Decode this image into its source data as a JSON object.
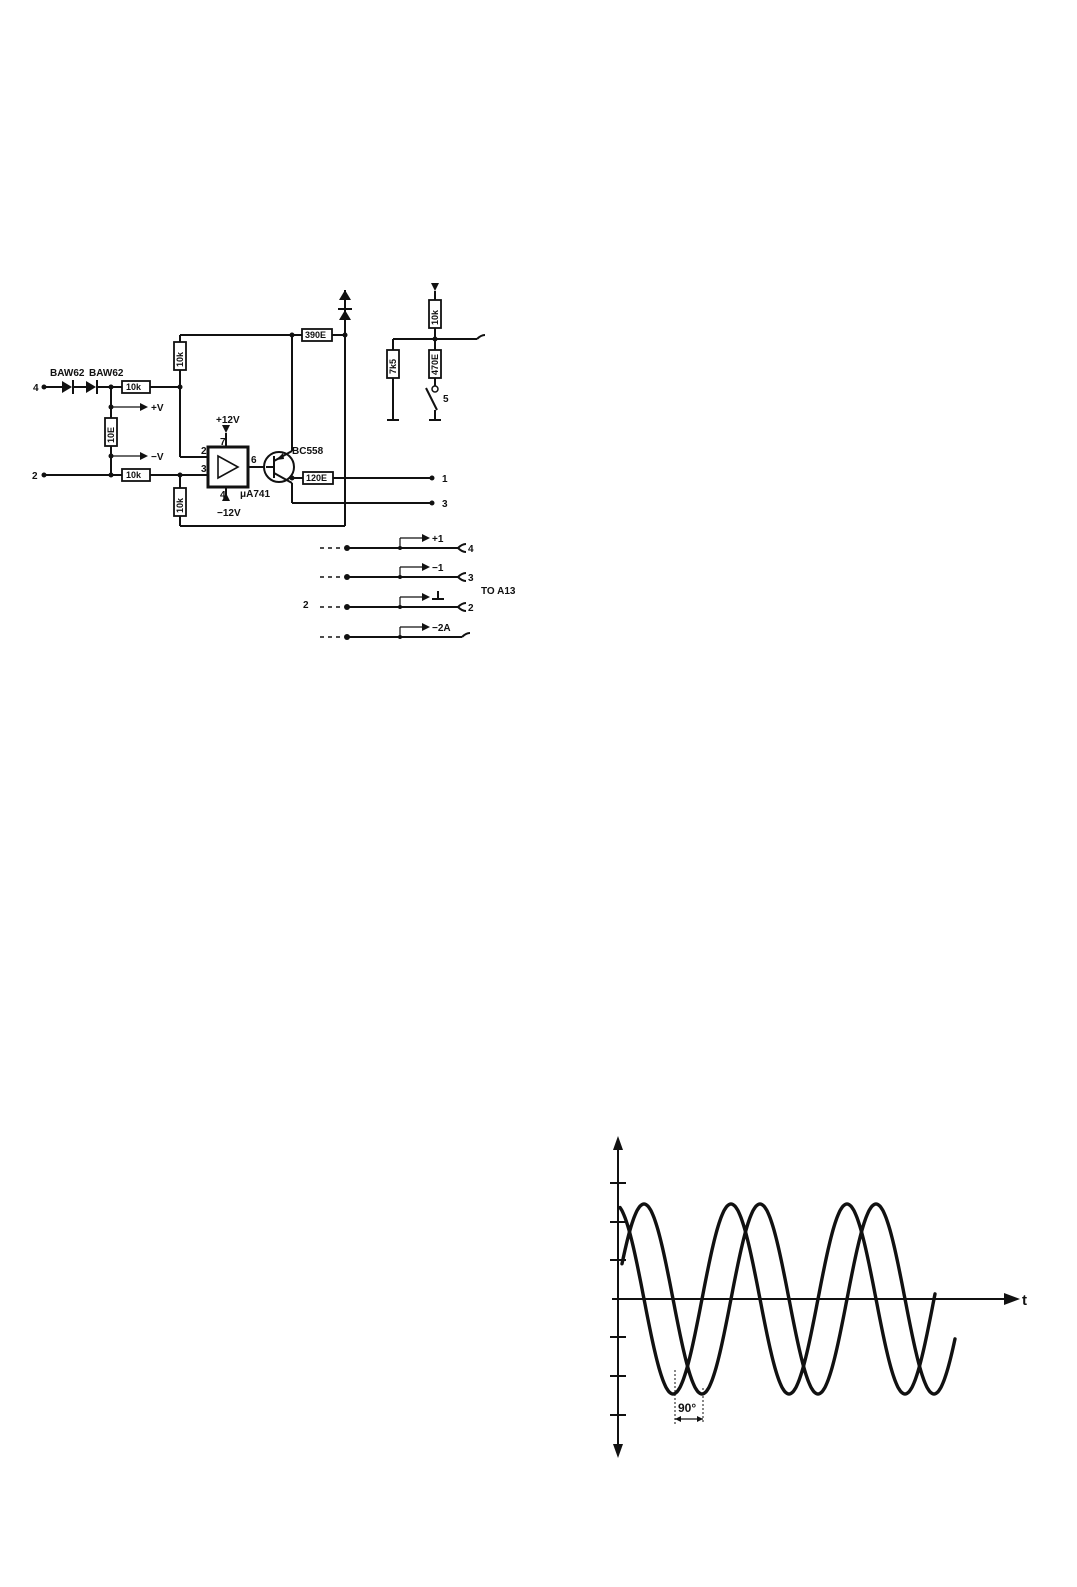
{
  "schematic": {
    "diodes": [
      "BAW62",
      "BAW62"
    ],
    "resistors": {
      "r_in_top": "10k",
      "r_in_bottom": "10k",
      "r_shunt": "10E",
      "r_feedback_top": "10k",
      "r_feedback_bottom": "10k",
      "r_emitter": "390E",
      "r_output": "120E",
      "r_right_top": "10k",
      "r_right_left": "7k5",
      "r_right_mid": "470E"
    },
    "opamp": {
      "name": "μA741",
      "pin_inv": "2",
      "pin_noninv": "3",
      "pin_out": "6",
      "pin_vplus": "7",
      "pin_vminus": "4",
      "vplus": "+12V",
      "vminus": "−12V"
    },
    "transistor": "BC558",
    "labels": {
      "plus_v": "+V",
      "minus_v": "−V"
    },
    "terminals": {
      "in_top": "4",
      "in_bottom": "2",
      "out_1": "1",
      "out_3": "3",
      "switch": "5"
    },
    "connector": {
      "rows": [
        {
          "signal": "+1",
          "pin": "4"
        },
        {
          "signal": "−1",
          "pin": "3"
        },
        {
          "signal": "",
          "pin": "2"
        },
        {
          "signal": "−2A",
          "pin": ""
        }
      ],
      "left_label": "2",
      "destination": "TO  A13"
    }
  },
  "waveform": {
    "axis_label": "t",
    "phase_label": "90°"
  }
}
